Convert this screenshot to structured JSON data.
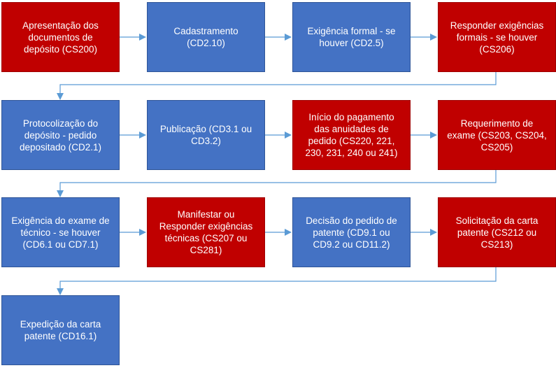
{
  "colors": {
    "blue": "#4472c4",
    "red": "#c00000",
    "connector": "#5b9bd5",
    "text": "#ffffff"
  },
  "steps": [
    {
      "id": "s1",
      "label": "Apresentação dos documentos de depósito (CS200)",
      "color": "red"
    },
    {
      "id": "s2",
      "label": "Cadastramento (CD2.10)",
      "color": "blue"
    },
    {
      "id": "s3",
      "label": "Exigência formal - se houver (CD2.5)",
      "color": "blue"
    },
    {
      "id": "s4",
      "label": "Responder exigências formais - se houver (CS206)",
      "color": "red"
    },
    {
      "id": "s5",
      "label": "Protocolização do depósito - pedido depositado (CD2.1)",
      "color": "blue"
    },
    {
      "id": "s6",
      "label": "Publicação (CD3.1 ou CD3.2)",
      "color": "blue"
    },
    {
      "id": "s7",
      "label": "Início do pagamento das anuidades de pedido (CS220, 221, 230, 231, 240 ou 241)",
      "color": "red"
    },
    {
      "id": "s8",
      "label": "Requerimento de exame (CS203, CS204, CS205)",
      "color": "red"
    },
    {
      "id": "s9",
      "label": "Exigência do exame de técnico - se houver (CD6.1 ou CD7.1)",
      "color": "blue"
    },
    {
      "id": "s10",
      "label": "Manifestar ou Responder exigências técnicas (CS207 ou CS281)",
      "color": "red"
    },
    {
      "id": "s11",
      "label": "Decisão do pedido de patente (CD9.1 ou CD9.2 ou CD11.2)",
      "color": "blue"
    },
    {
      "id": "s12",
      "label": "Solicitação da carta patente (CS212 ou CS213)",
      "color": "red"
    },
    {
      "id": "s13",
      "label": "Expedição da carta patente (CD16.1)",
      "color": "blue"
    }
  ]
}
